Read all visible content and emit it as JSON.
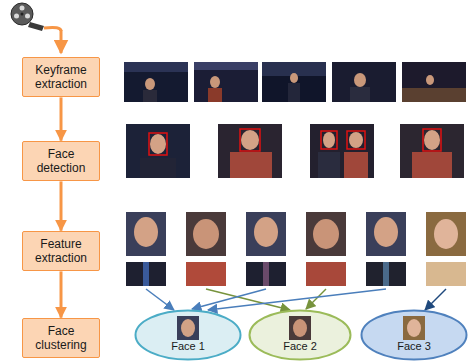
{
  "diagram": {
    "nodes": [
      {
        "text": [
          "Keyframe extraction"
        ]
      },
      {
        "text": [
          "Face detection"
        ]
      },
      {
        "text": [
          "Feature extraction"
        ]
      },
      {
        "text": [
          "Face clustering"
        ]
      },
      {
        "text": [
          "Face 1"
        ]
      },
      {
        "text": [
          "Face 2"
        ]
      },
      {
        "text": [
          "Face 3"
        ]
      }
    ],
    "edges": [
      {
        "from": 0,
        "to": 1,
        "arrow": "to"
      },
      {
        "from": 1,
        "to": 2,
        "arrow": "to"
      },
      {
        "from": 2,
        "to": 3,
        "arrow": "to"
      }
    ]
  }
}
